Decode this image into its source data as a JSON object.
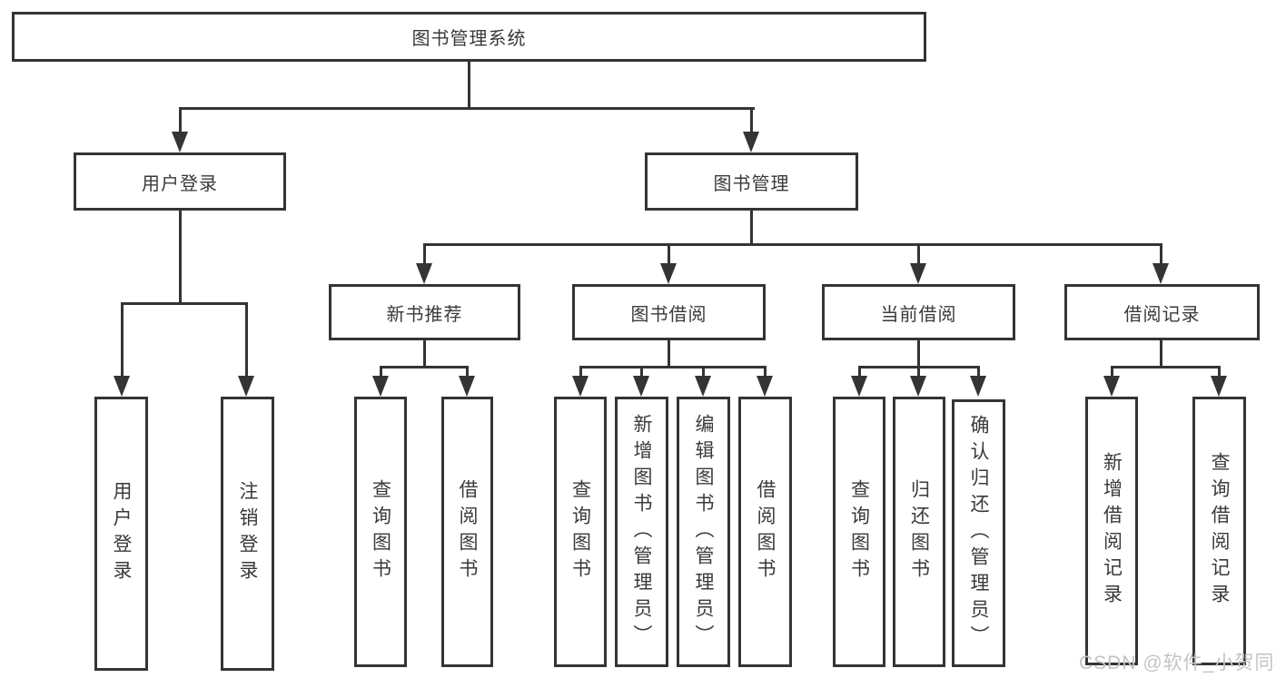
{
  "diagram": {
    "root": "图书管理系统",
    "level2": [
      "用户登录",
      "图书管理"
    ],
    "level3": [
      "新书推荐",
      "图书借阅",
      "当前借阅",
      "借阅记录"
    ],
    "leaves_user_login": [
      "用户登录",
      "注销登录"
    ],
    "leaves_new_book": [
      "查询图书",
      "借阅图书"
    ],
    "leaves_book_borrow": [
      "查询图书",
      "新增图书（管理员）",
      "编辑图书（管理员）",
      "借阅图书"
    ],
    "leaves_current_borrow": [
      "查询图书",
      "归还图书",
      "确认归还（管理员）"
    ],
    "leaves_borrow_record": [
      "新增借阅记录",
      "查询借阅记录"
    ]
  },
  "watermark": "CSDN @软件_小贺同学",
  "colors": {
    "line": "#343434",
    "text": "#3a3a3a",
    "watermark": "#c4c4c4",
    "background": "#ffffff"
  }
}
